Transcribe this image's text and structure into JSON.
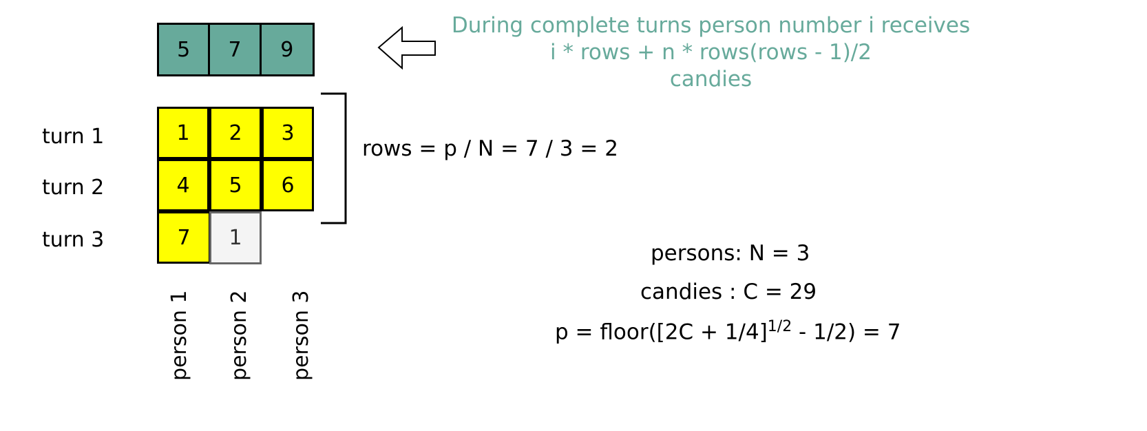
{
  "colors": {
    "teal": "#67aa9b",
    "yellow": "#ffff00",
    "gray_cell": "#f4f4f4",
    "gray_border": "#666666",
    "text": "#000000"
  },
  "totals_row": [
    "5",
    "7",
    "9"
  ],
  "arrow_icon": "left-arrow-icon",
  "note": {
    "line1": "During complete turns person number i receives",
    "line2": "i * rows + n * rows(rows - 1)/2",
    "line3": "candies"
  },
  "turns": [
    {
      "label": "turn 1",
      "cells": [
        "1",
        "2",
        "3"
      ]
    },
    {
      "label": "turn 2",
      "cells": [
        "4",
        "5",
        "6"
      ]
    },
    {
      "label": "turn 3",
      "cells": [
        "7"
      ],
      "partial_cell": "1"
    }
  ],
  "persons": [
    "person 1",
    "person 2",
    "person 3"
  ],
  "rows_formula": "rows = p / N = 7 / 3 = 2",
  "params": {
    "persons": "persons: N = 3",
    "candies": "candies : C = 29",
    "p_formula_prefix": "p = floor([2C + 1/4]",
    "p_formula_exp": "1/2",
    "p_formula_suffix": " - 1/2) = 7"
  }
}
